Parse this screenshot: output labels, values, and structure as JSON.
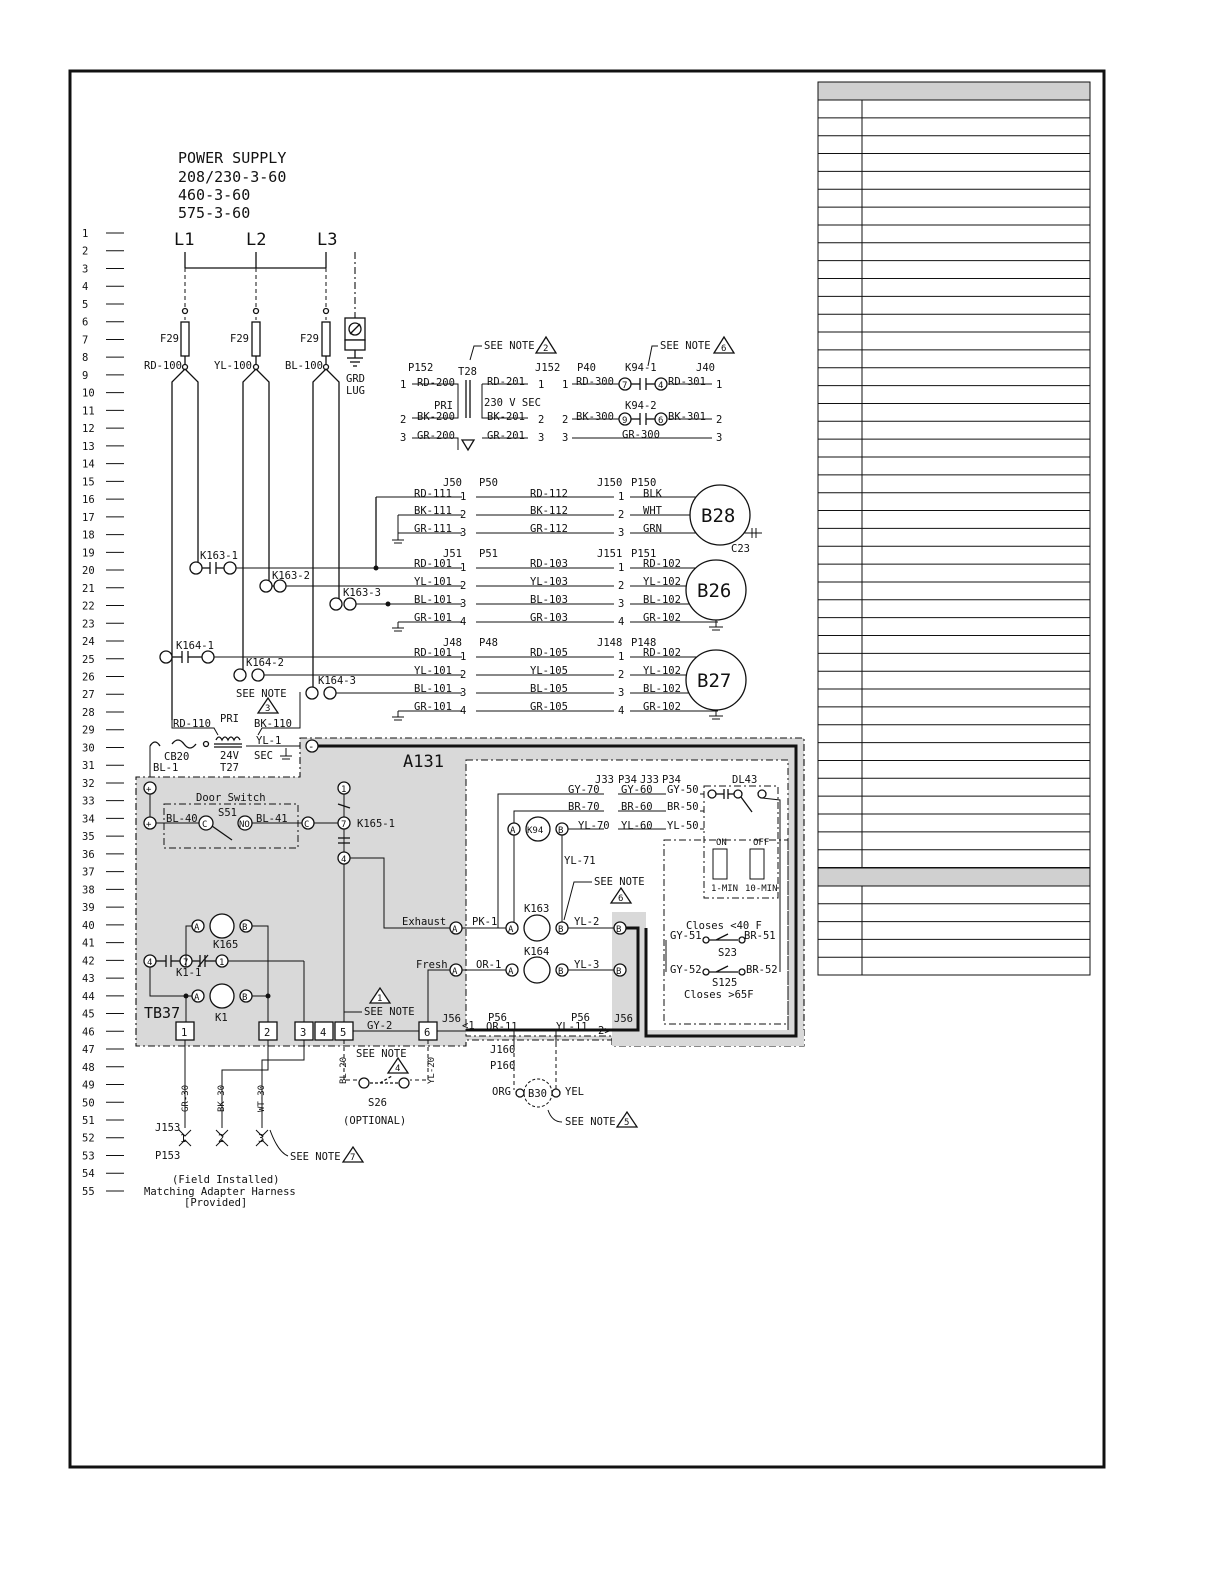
{
  "power_supply": {
    "title": "POWER SUPPLY",
    "lines": [
      "208/230-3-60",
      "460-3-60",
      "575-3-60"
    ],
    "phases": [
      "L1",
      "L2",
      "L3"
    ]
  },
  "row_numbers": [
    "1",
    "2",
    "3",
    "4",
    "5",
    "6",
    "7",
    "8",
    "9",
    "10",
    "11",
    "12",
    "13",
    "14",
    "15",
    "16",
    "17",
    "18",
    "19",
    "20",
    "21",
    "22",
    "23",
    "24",
    "25",
    "26",
    "27",
    "28",
    "29",
    "30",
    "31",
    "32",
    "33",
    "34",
    "35",
    "36",
    "37",
    "38",
    "39",
    "40",
    "41",
    "42",
    "43",
    "44",
    "45",
    "46",
    "47",
    "48",
    "49",
    "50",
    "51",
    "52",
    "53",
    "54",
    "55"
  ],
  "fuses": {
    "f1": "F29",
    "f2": "F29",
    "f3": "F29",
    "w1": "RD-100",
    "w2": "YL-100",
    "w3": "BL-100",
    "grd1": "GRD",
    "grd2": "LUG"
  },
  "t28": {
    "see_note": "SEE NOTE",
    "note_num": "2",
    "p152": "P152",
    "t28": "T28",
    "j152": "J152",
    "pri": "PRI",
    "sec": "230 V SEC",
    "l1": "RD-200",
    "l2": "BK-200",
    "l3": "GR-200",
    "r1": "RD-201",
    "r2": "BK-201",
    "r3": "GR-201"
  },
  "k94": {
    "see_note": "SEE NOTE",
    "note_num": "6",
    "p40": "P40",
    "k941": "K94-1",
    "j40": "J40",
    "k942": "K94-2",
    "w1": "RD-300",
    "w2": "BK-300",
    "w3": "GR-300",
    "w4": "RD-301",
    "w5": "BK-301",
    "n7": "7",
    "n4": "4",
    "n9": "9",
    "n6": "6"
  },
  "b28": {
    "name": "B28",
    "cap": "C23",
    "j50": "J50",
    "p50": "P50",
    "j150": "J150",
    "p150": "P150",
    "l1": "RD-111",
    "l2": "BK-111",
    "l3": "GR-111",
    "m1": "RD-112",
    "m2": "BK-112",
    "m3": "GR-112",
    "r1": "BLK",
    "r2": "WHT",
    "r3": "GRN"
  },
  "b26": {
    "name": "B26",
    "j51": "J51",
    "p51": "P51",
    "j151": "J151",
    "p151": "P151",
    "l1": "RD-101",
    "l2": "YL-101",
    "l3": "BL-101",
    "l4": "GR-101",
    "m1": "RD-103",
    "m2": "YL-103",
    "m3": "BL-103",
    "m4": "GR-103",
    "r1": "RD-102",
    "r2": "YL-102",
    "r3": "BL-102",
    "r4": "GR-102"
  },
  "b27": {
    "name": "B27",
    "j48": "J48",
    "p48": "P48",
    "j148": "J148",
    "p148": "P148",
    "l1": "RD-101",
    "l2": "YL-101",
    "l3": "BL-101",
    "l4": "GR-101",
    "m1": "RD-105",
    "m2": "YL-105",
    "m3": "BL-105",
    "m4": "GR-105",
    "r1": "RD-102",
    "r2": "YL-102",
    "r3": "BL-102",
    "r4": "GR-102"
  },
  "contacts": {
    "k1631": "K163-1",
    "k1632": "K163-2",
    "k1633": "K163-3",
    "k1641": "K164-1",
    "k1642": "K164-2",
    "k1643": "K164-3"
  },
  "t27": {
    "see_note": "SEE NOTE",
    "note_num": "3",
    "pri": "PRI",
    "bk": "BK-110",
    "rd": "RD-110",
    "v": "24V",
    "t27": "T27",
    "sec": "SEC",
    "yl": "YL-1",
    "cb": "CB20",
    "bl": "BL-1"
  },
  "a131": {
    "name": "A131",
    "door_switch": "Door Switch",
    "s51": "S51",
    "bl40": "BL-40",
    "bl41": "BL-41",
    "c1": "C",
    "no": "NO",
    "c2": "C",
    "k1651": "K165-1",
    "n1": "1",
    "n7": "7",
    "n4": "4",
    "exhaust": "Exhaust",
    "fresh": "Fresh",
    "pk1": "PK-1",
    "or1": "OR-1",
    "k163": "K163",
    "k164": "K164",
    "yl2": "YL-2",
    "yl3": "YL-3",
    "k165": "K165",
    "k1": "K1",
    "k11": "K1-1",
    "tb37": "TB37",
    "j56": "J56",
    "gy2": "GY-2",
    "see_note": "SEE NOTE",
    "note1": "1",
    "see_note6": "SEE NOTE",
    "note6": "6",
    "k94": "K94",
    "yl71": "YL-71",
    "j33a": "J33",
    "p34a": "P34",
    "j33b": "J33",
    "p34b": "P34",
    "gy70": "GY-70",
    "br70": "BR-70",
    "yl70": "YL-70",
    "gy60": "GY-60",
    "br60": "BR-60",
    "yl60": "YL-60",
    "gy50": "GY-50",
    "br50": "BR-50",
    "yl50": "YL-50",
    "dl43": "DL43",
    "on": "ON",
    "off": "OFF",
    "min1": "1-MIN",
    "min10": "10-MIN",
    "closes40": "Closes <40 F",
    "s23": "S23",
    "gy51": "GY-51",
    "br51": "BR-51",
    "s125": "S125",
    "gy52": "GY-52",
    "br52": "BR-52",
    "closes65": "Closes >65F",
    "a": "A",
    "b": "B",
    "plus": "+",
    "minus": "-",
    "t1": "1",
    "t2": "2",
    "t3": "3",
    "t4": "4",
    "t5": "5",
    "t6": "6"
  },
  "lower": {
    "p56a": "P56",
    "or11": "OR-11",
    "j160": "J160",
    "p160": "P160",
    "org": "ORG",
    "yel": "YEL",
    "b30": "B30",
    "see_note5": "SEE NOTE",
    "note5": "5",
    "p56b": "P56",
    "yl11": "YL-11",
    "j56": "J56",
    "s26": "S26",
    "optional": "(OPTIONAL)",
    "see_note4": "SEE NOTE",
    "note4": "4",
    "bl20": "BL-20",
    "yl20": "YL-20",
    "gr30": "GR-30",
    "bk30": "BK-30",
    "wt30": "WT-30",
    "j153": "J153",
    "p153": "P153",
    "see_note7": "SEE NOTE",
    "note7": "7",
    "field": "(Field Installed)",
    "harness": "Matching Adapter Harness",
    "provided": "[Provided]"
  }
}
